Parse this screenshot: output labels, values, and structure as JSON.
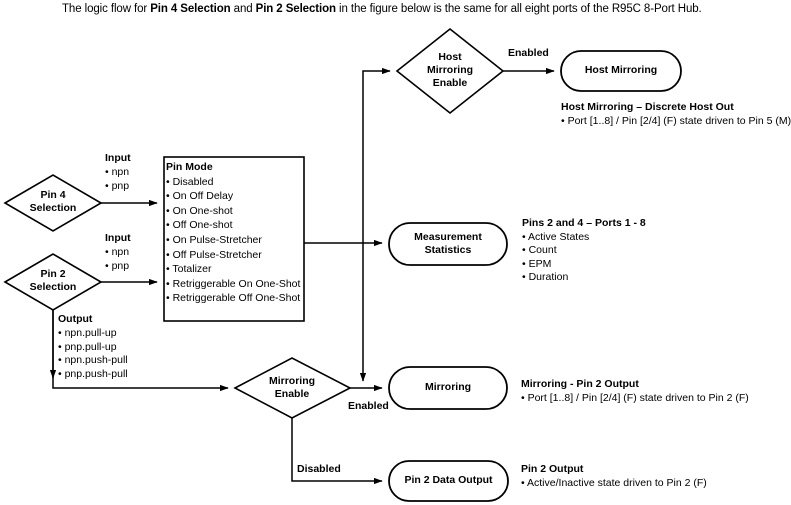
{
  "document": {
    "caption_parts": [
      {
        "text": "The logic flow for ",
        "bold": false
      },
      {
        "text": "Pin 4 Selection",
        "bold": true
      },
      {
        "text": " and ",
        "bold": false
      },
      {
        "text": "Pin 2 Selection",
        "bold": true
      },
      {
        "text": " in the figure below is the same for all eight ports of the R95C 8-Port Hub.",
        "bold": false
      }
    ],
    "caption_plain": "The logic flow for Pin 4 Selection and Pin 2 Selection in the figure below is the same for all eight ports of the R95C 8-Port Hub."
  },
  "diagram": {
    "type": "flowchart",
    "nodes": {
      "pin4_selection": {
        "label": "Pin 4\nSelection",
        "shape": "diamond"
      },
      "pin2_selection": {
        "label": "Pin 2\nSelection",
        "shape": "diamond"
      },
      "pin_mode": {
        "label": "Pin Mode",
        "shape": "rectangle"
      },
      "host_mirroring_enable": {
        "label": "Host\nMirroring\nEnable",
        "shape": "diamond"
      },
      "host_mirroring": {
        "label": "Host Mirroring",
        "shape": "stadium"
      },
      "measurement_statistics": {
        "label": "Measurement\nStatistics",
        "shape": "stadium"
      },
      "mirroring_enable": {
        "label": "Mirroring\nEnable",
        "shape": "diamond"
      },
      "mirroring": {
        "label": "Mirroring",
        "shape": "stadium"
      },
      "pin2_data_output": {
        "label": "Pin 2 Data Output",
        "shape": "stadium"
      }
    },
    "node_labels": {
      "pin4_line1": "Pin 4",
      "pin4_line2": "Selection",
      "pin2_line1": "Pin 2",
      "pin2_line2": "Selection",
      "hme_line1": "Host",
      "hme_line2": "Mirroring",
      "hme_line3": "Enable",
      "host_mirroring": "Host Mirroring",
      "meas_line1": "Measurement",
      "meas_line2": "Statistics",
      "me_line1": "Mirroring",
      "me_line2": "Enable",
      "mirroring": "Mirroring",
      "pin2_data_output": "Pin 2 Data Output"
    },
    "edge_labels": {
      "host_enabled": "Enabled",
      "mirroring_enabled": "Enabled",
      "mirroring_disabled": "Disabled"
    },
    "pin_mode_box": {
      "heading": "Pin Mode",
      "items": [
        "Disabled",
        "On Off Delay",
        "On One-shot",
        "Off One-shot",
        "On Pulse-Stretcher",
        "Off Pulse-Stretcher",
        "Totalizer",
        "Retriggerable On One-Shot",
        "Retriggerable Off One-Shot"
      ]
    },
    "pin4_input": {
      "heading": "Input",
      "items": [
        "npn",
        "pnp"
      ]
    },
    "pin2_input": {
      "heading": "Input",
      "items": [
        "npn",
        "pnp"
      ]
    },
    "pin2_output": {
      "heading": "Output",
      "items": [
        "npn.pull-up",
        "pnp.pull-up",
        "npn.push-pull",
        "pnp.push-pull"
      ]
    },
    "annotations": {
      "host_mirroring": {
        "heading": "Host Mirroring – Discrete Host Out",
        "items": [
          "Port [1..8] / Pin [2/4] (F) state driven to Pin 5 (M)"
        ]
      },
      "measurement": {
        "heading": "Pins 2 and 4 – Ports 1 - 8",
        "items": [
          "Active States",
          "Count",
          "EPM",
          "Duration"
        ]
      },
      "mirroring": {
        "heading": "Mirroring - Pin 2 Output",
        "items": [
          "Port [1..8] / Pin [2/4] (F) state driven to Pin 2 (F)"
        ]
      },
      "pin2_output_note": {
        "heading": "Pin 2 Output",
        "items": [
          "Active/Inactive state driven to Pin 2 (F)"
        ]
      }
    },
    "style": {
      "stroke": "#000000",
      "fill": "#ffffff",
      "background": "#ffffff",
      "text": "#000000"
    }
  }
}
